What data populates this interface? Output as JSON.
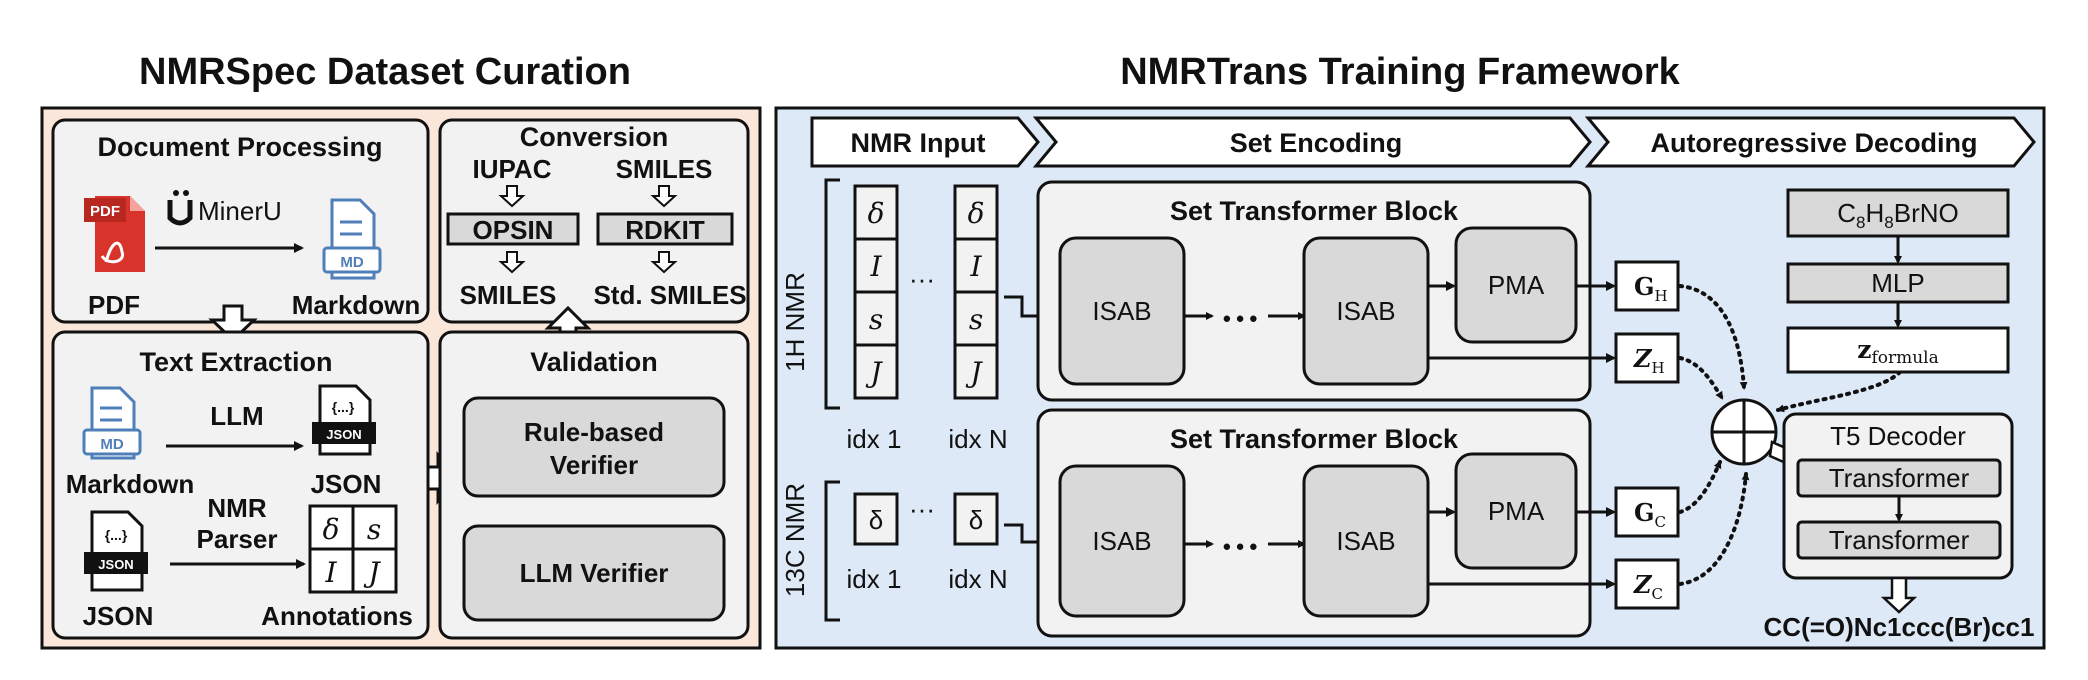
{
  "left": {
    "title": "NMRSpec Dataset Curation",
    "doc": {
      "title": "Document Processing",
      "tool": "MinerU",
      "pdf_badge": "PDF",
      "md_badge": "MD",
      "pdf_label": "PDF",
      "md_label": "Markdown"
    },
    "conversion": {
      "title": "Conversion",
      "col1_top": "IUPAC",
      "col2_top": "SMILES",
      "tool1": "OPSIN",
      "tool2": "RDKIT",
      "col1_bottom": "SMILES",
      "col2_bottom": "Std. SMILES"
    },
    "text": {
      "title": "Text Extraction",
      "md_badge": "MD",
      "md_label": "Markdown",
      "llm": "LLM",
      "json_label": "JSON",
      "json_badge": "JSON",
      "json_braces": "{...}",
      "parser_line1": "NMR",
      "parser_line2": "Parser",
      "json2_label": "JSON",
      "ann_label": "Annotations",
      "ann_cells": [
        "δ",
        "s",
        "I",
        "J"
      ]
    },
    "validation": {
      "title": "Validation",
      "rule_line1": "Rule-based",
      "rule_line2": "Verifier",
      "llm_verifier": "LLM Verifier"
    }
  },
  "right": {
    "title": "NMRTrans Training Framework",
    "stage1": "NMR Input",
    "stage2": "Set Encoding",
    "stage3": "Autoregressive Decoding",
    "h_label": "1H NMR",
    "c_label": "13C NMR",
    "h_col": [
      "δ",
      "I",
      "s",
      "J"
    ],
    "c_col": [
      "δ"
    ],
    "ellipsis": "···",
    "idx1": "idx 1",
    "idxN": "idx N",
    "block_title": "Set Transformer Block",
    "isab": "ISAB",
    "pma": "PMA",
    "dots": "● ● ●",
    "gh": "G",
    "gh_sub": "H",
    "zh": "Z",
    "zh_sub": "H",
    "gc": "G",
    "gc_sub": "C",
    "zc": "Z",
    "zc_sub": "C",
    "formula": {
      "c": "C",
      "c_n": "8",
      "h": "H",
      "h_n": "8",
      "rest": "BrNO"
    },
    "mlp": "MLP",
    "zf": "z",
    "zf_sub": "formula",
    "decoder_title": "T5 Decoder",
    "transformer": "Transformer",
    "output": "CC(=O)Nc1ccc(Br)cc1"
  },
  "colors": {
    "left_bg": "#fbe6da",
    "right_bg": "#dde9f6",
    "box_bg": "#f2f2f2",
    "module_bg": "#d9d9d9",
    "pdf_red": "#d9342b",
    "md_blue": "#4f7fb8"
  }
}
